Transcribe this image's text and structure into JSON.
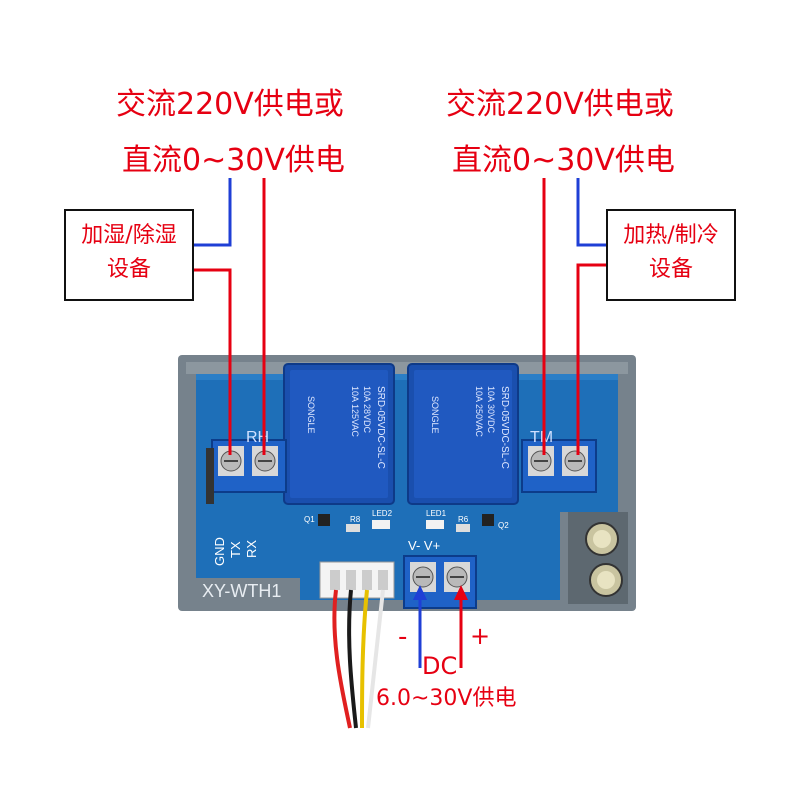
{
  "left_supply": {
    "line1": "交流220V供电或",
    "line2": "直流0~30V供电"
  },
  "right_supply": {
    "line1": "交流220V供电或",
    "line2": "直流0~30V供电"
  },
  "left_device": {
    "line1": "加湿/除湿",
    "line2": "设备"
  },
  "right_device": {
    "line1": "加热/制冷",
    "line2": "设备"
  },
  "dc": {
    "minus": "-",
    "plus": "+",
    "label": "DC",
    "range": "6.0~30V供电"
  },
  "board": {
    "model": "XY-WTH1",
    "relay_left_label": "RH",
    "relay_right_label": "TM",
    "relay_brand": "SONGLE",
    "relay_model": "SRD-05VDC-SL-C",
    "relay_rating1": "10A 250VAC",
    "relay_rating2": "10A 125VAC",
    "relay_rating3": "10A 30VDC",
    "relay_rating4": "10A 28VDC",
    "pin_gnd": "GND",
    "pin_tx": "TX",
    "pin_rx": "RX",
    "power_label": "V- V+",
    "led1": "LED1",
    "led2": "LED2",
    "q1": "Q1",
    "q2": "Q2",
    "r8": "R8",
    "r6": "R6"
  },
  "colors": {
    "red": "#e60012",
    "blue": "#1f3fd6",
    "pcb": "#1e6fb8",
    "case": "#6f7c86"
  }
}
